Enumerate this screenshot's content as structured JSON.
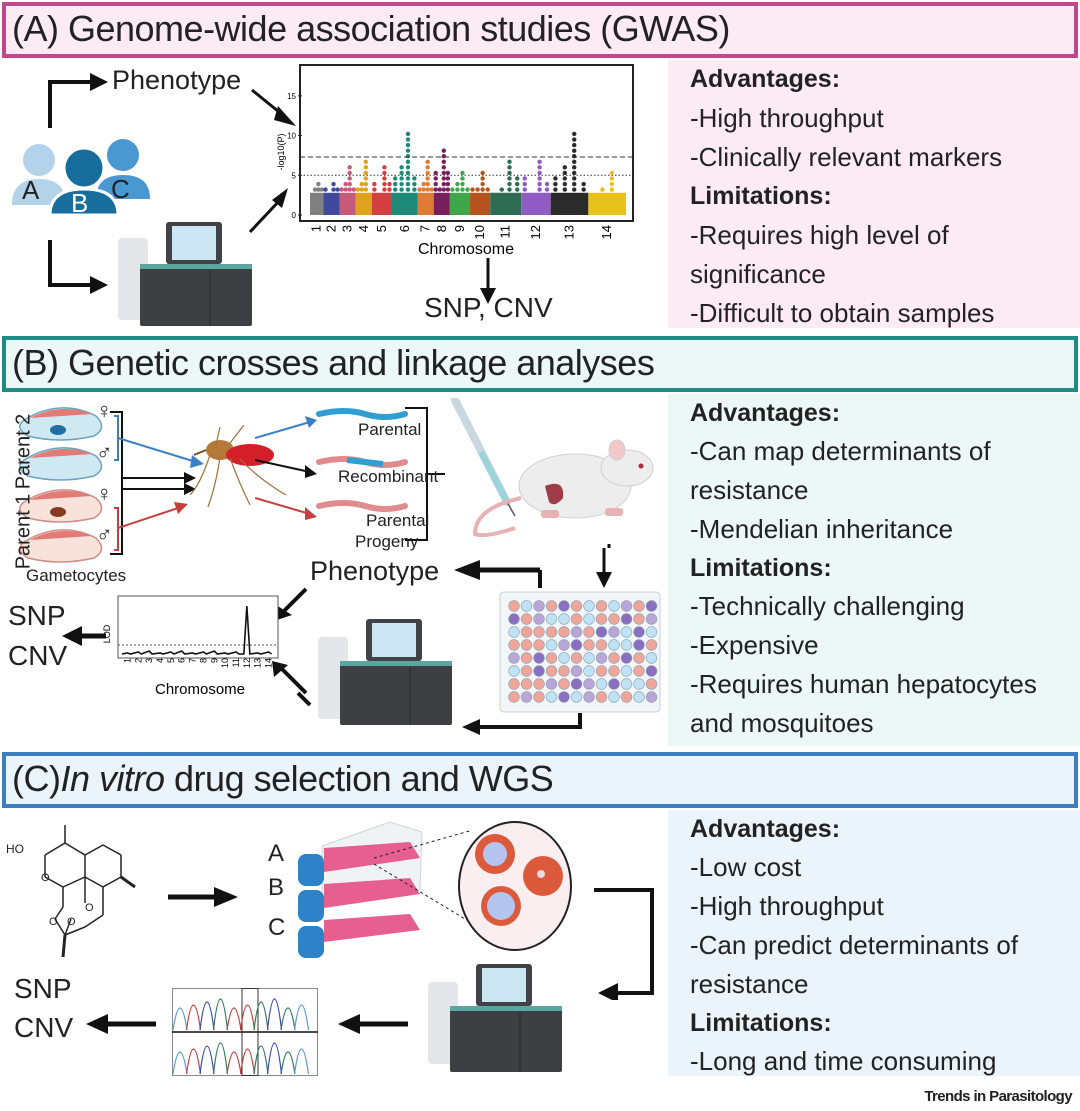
{
  "sections": {
    "a": {
      "title": "(A) Genome-wide association studies (GWAS)",
      "phenotype_label": "Phenotype",
      "people": [
        "A",
        "B",
        "C"
      ],
      "output_label": "SNP, CNV",
      "advantages_heading": "Advantages:",
      "advantages": [
        "-High throughput",
        "-Clinically relevant markers"
      ],
      "limitations_heading": "Limitations:",
      "limitations": [
        "-Requires high level of",
        "significance",
        "-Difficult to obtain samples"
      ]
    },
    "b": {
      "title": "(B) Genetic crosses and linkage analyses",
      "parent2_label": "Parent 2",
      "parent1_label": "Parent 1",
      "female_symbol": "♀",
      "male_symbol": "♂",
      "gametocytes_label": "Gametocytes",
      "progeny_labels": [
        "Parental",
        "Recombinant",
        "Parental"
      ],
      "progeny_label": "Progeny",
      "phenotype_label": "Phenotype",
      "output_snp": "SNP",
      "output_cnv": "CNV",
      "advantages_heading": "Advantages:",
      "advantages": [
        "-Can map determinants of",
        "resistance",
        "-Mendelian inheritance"
      ],
      "limitations_heading": "Limitations:",
      "limitations": [
        "-Technically challenging",
        "-Expensive",
        "-Requires human hepatocytes",
        "and mosquitoes"
      ]
    },
    "c": {
      "title_prefix": "(C)",
      "title_italic": "In vitro",
      "title_rest": " drug selection and WGS",
      "flask_labels": [
        "A",
        "B",
        "C"
      ],
      "molecule_label": "HO",
      "output_snp": "SNP",
      "output_cnv": "CNV",
      "advantages_heading": "Advantages:",
      "advantages": [
        "-Low cost",
        "-High throughput",
        "-Can predict determinants of",
        "resistance"
      ],
      "limitations_heading": "Limitations:",
      "limitations": [
        "-Long and time consuming"
      ]
    }
  },
  "credit": "Trends in Parasitology",
  "colors": {
    "a_border": "#c3478f",
    "a_bg": "#fdebf4",
    "b_border": "#1e8c84",
    "b_bg": "#ecf8f5",
    "c_border": "#3a7fc0",
    "c_bg": "#ebf3fb"
  },
  "chart_data": [
    {
      "type": "scatter",
      "title": "",
      "xlabel": "Chromosome",
      "ylabel": "-log10(P)",
      "categories": [
        "1",
        "2",
        "3",
        "4",
        "5",
        "6",
        "7",
        "8",
        "9",
        "10",
        "11",
        "12",
        "13",
        "14"
      ],
      "yticks": [
        0,
        5,
        10,
        15
      ],
      "ylim": [
        0,
        18
      ],
      "thresholds": [
        {
          "value": 7.3,
          "style": "dashed"
        },
        {
          "value": 5,
          "style": "dotted"
        }
      ],
      "peak_values": [
        4.2,
        4.2,
        6.1,
        6.8,
        6.1,
        10.3,
        7.0,
        8.5,
        5.5,
        5.5,
        6.8,
        7.4,
        10.6,
        5.5
      ],
      "colors": [
        "#808080",
        "#3f4a9c",
        "#c55a7a",
        "#dfa21f",
        "#d2403f",
        "#1d8a79",
        "#e07b35",
        "#7a1f5e",
        "#3fa64a",
        "#b5531d",
        "#2d6b55",
        "#8f5cc4",
        "#2b2b2b",
        "#e8c21c"
      ]
    },
    {
      "type": "line",
      "title": "",
      "xlabel": "Chromosome",
      "ylabel": "LOD",
      "categories": [
        "1",
        "2",
        "3",
        "4",
        "5",
        "6",
        "7",
        "8",
        "9",
        "10",
        "11",
        "12",
        "13",
        "14"
      ],
      "ylim": [
        0,
        18
      ],
      "threshold": 3,
      "peak": {
        "chromosome": "12",
        "value": 16
      }
    }
  ]
}
